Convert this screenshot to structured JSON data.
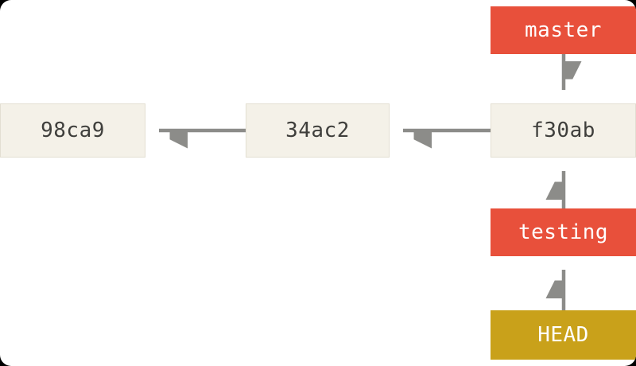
{
  "diagram": {
    "type": "git-commit-graph",
    "commits": [
      {
        "id": "98ca9"
      },
      {
        "id": "34ac2"
      },
      {
        "id": "f30ab"
      }
    ],
    "branches": [
      {
        "name": "master",
        "points_to": "f30ab"
      },
      {
        "name": "testing",
        "points_to": "f30ab"
      }
    ],
    "head": {
      "name": "HEAD",
      "points_to": "testing"
    },
    "edges": [
      {
        "from": "34ac2",
        "to": "98ca9"
      },
      {
        "from": "f30ab",
        "to": "34ac2"
      },
      {
        "from": "master",
        "to": "f30ab"
      },
      {
        "from": "testing",
        "to": "f30ab"
      },
      {
        "from": "HEAD",
        "to": "testing"
      }
    ],
    "colors": {
      "commit_box": "#f4f1e8",
      "branch_box": "#e8503b",
      "head_box": "#c9a11a",
      "arrow": "#8c8c89",
      "commit_text": "#3f3f3c",
      "label_text": "#ffffff",
      "background": "#ffffff"
    }
  }
}
